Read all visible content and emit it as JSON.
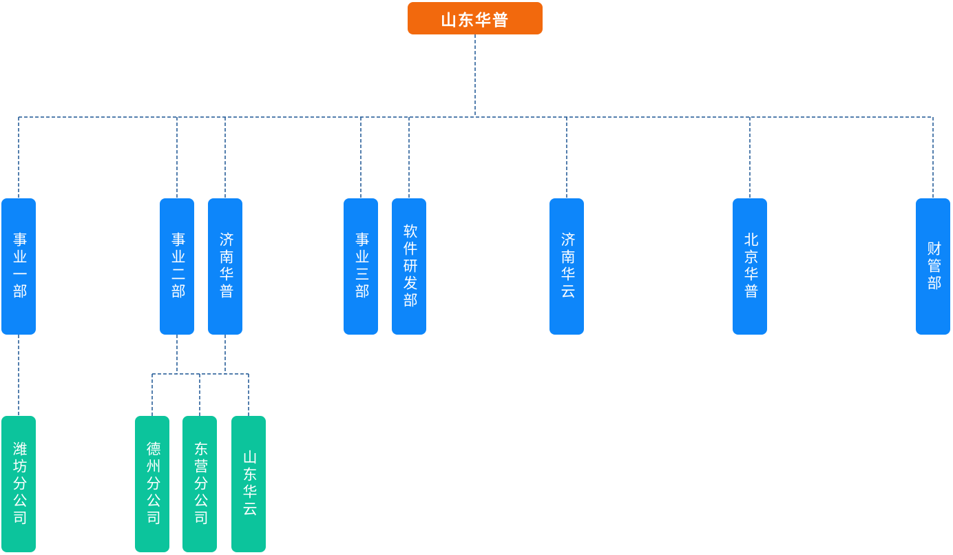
{
  "colors": {
    "background": "#ffffff",
    "root_bg": "#f2690d",
    "department_bg": "#0d86fa",
    "branch_bg": "#0cc49c",
    "connector": "#1a5492",
    "node_text": "#ffffff"
  },
  "nodes": {
    "root": {
      "label": "山东华普"
    },
    "departments": [
      {
        "label": "事业一部"
      },
      {
        "label": "事业二部"
      },
      {
        "label": "济南华普"
      },
      {
        "label": "事业三部"
      },
      {
        "label": "软件研发部"
      },
      {
        "label": "济南华云"
      },
      {
        "label": "北京华普"
      },
      {
        "label": "财管部"
      }
    ],
    "branches": [
      {
        "label": "潍坊分公司"
      },
      {
        "label": "德州分公司"
      },
      {
        "label": "东营分公司"
      },
      {
        "label": "山东华云"
      }
    ]
  },
  "org_tree": {
    "root": "山东华普",
    "edges": [
      {
        "from": "山东华普",
        "to": "事业一部"
      },
      {
        "from": "山东华普",
        "to": "事业二部"
      },
      {
        "from": "山东华普",
        "to": "济南华普"
      },
      {
        "from": "山东华普",
        "to": "事业三部"
      },
      {
        "from": "山东华普",
        "to": "软件研发部"
      },
      {
        "from": "山东华普",
        "to": "济南华云"
      },
      {
        "from": "山东华普",
        "to": "北京华普"
      },
      {
        "from": "山东华普",
        "to": "财管部"
      },
      {
        "from": "事业一部",
        "to": "潍坊分公司"
      },
      {
        "from": "事业二部",
        "to": "德州分公司"
      },
      {
        "from": "事业二部",
        "to": "东营分公司"
      },
      {
        "from": "济南华普",
        "to": "东营分公司"
      },
      {
        "from": "济南华普",
        "to": "山东华云"
      }
    ]
  }
}
